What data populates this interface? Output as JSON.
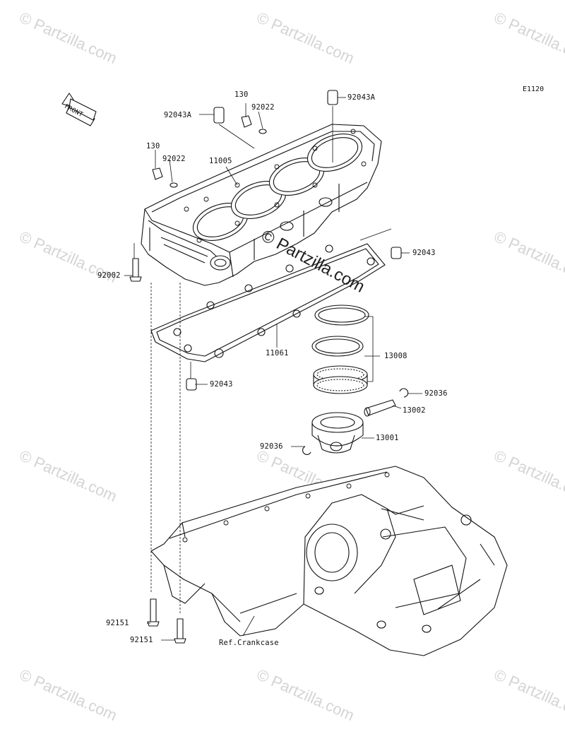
{
  "diagram": {
    "code": "E1120",
    "front_label": "FRONT",
    "crankcase_label": "Ref.Crankcase",
    "watermark": "© Partzilla.com",
    "parts": [
      {
        "id": "p-92043a-left",
        "number": "92043A"
      },
      {
        "id": "p-92043a-right",
        "number": "92043A"
      },
      {
        "id": "p-130-top",
        "number": "130"
      },
      {
        "id": "p-92022-top",
        "number": "92022"
      },
      {
        "id": "p-130-left",
        "number": "130"
      },
      {
        "id": "p-92022-left",
        "number": "92022"
      },
      {
        "id": "p-11005",
        "number": "11005"
      },
      {
        "id": "p-92002",
        "number": "92002"
      },
      {
        "id": "p-92043-right",
        "number": "92043"
      },
      {
        "id": "p-11061",
        "number": "11061"
      },
      {
        "id": "p-13008",
        "number": "13008"
      },
      {
        "id": "p-92043-left",
        "number": "92043"
      },
      {
        "id": "p-92036-right",
        "number": "92036"
      },
      {
        "id": "p-13002",
        "number": "13002"
      },
      {
        "id": "p-13001",
        "number": "13001"
      },
      {
        "id": "p-92036-left",
        "number": "92036"
      },
      {
        "id": "p-92151-upper",
        "number": "92151"
      },
      {
        "id": "p-92151-lower",
        "number": "92151"
      }
    ]
  }
}
